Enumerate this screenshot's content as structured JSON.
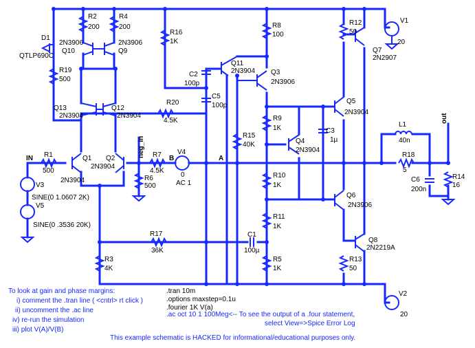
{
  "components": {
    "r2": {
      "ref": "R2",
      "val": "200"
    },
    "r4": {
      "ref": "R4",
      "val": "200"
    },
    "q10": {
      "model": "2N3906",
      "ref": "Q10"
    },
    "q9": {
      "model": "2N3906",
      "ref": "Q9"
    },
    "d1": {
      "ref": "D1",
      "model": "QTLP690C"
    },
    "r19": {
      "ref": "R19",
      "val": "500"
    },
    "r16": {
      "ref": "R16",
      "val": "1K"
    },
    "r8": {
      "ref": "R8",
      "val": "100"
    },
    "r12": {
      "ref": "R12",
      "val": "50"
    },
    "v1": {
      "ref": "V1",
      "val": "20"
    },
    "q7": {
      "ref": "Q7",
      "model": "2N2907"
    },
    "q11": {
      "ref": "Q11",
      "model": "2N3904"
    },
    "q3": {
      "ref": "Q3",
      "model": "2N3906"
    },
    "c2": {
      "ref": "C2",
      "val": "100p"
    },
    "c5": {
      "ref": "C5",
      "val": "100p"
    },
    "q13": {
      "ref": "Q13",
      "model": "2N3904"
    },
    "q12": {
      "ref": "Q12",
      "model": "2N3904"
    },
    "r20": {
      "ref": "R20",
      "val": "4.5K"
    },
    "r9": {
      "ref": "R9",
      "val": "1K"
    },
    "q5": {
      "ref": "Q5",
      "model": "2N3904"
    },
    "out": "out",
    "r15": {
      "ref": "R15",
      "val": "40K"
    },
    "q4": {
      "ref": "Q4",
      "model": "2N3904"
    },
    "c3": {
      "ref": "C3",
      "val": "1µ"
    },
    "l1": {
      "ref": "L1",
      "val": "40n"
    },
    "neg_in": "neg_in",
    "in": "IN",
    "r1": {
      "ref": "R1",
      "val": "500"
    },
    "q1": {
      "ref": "Q1",
      "model": "2N3904"
    },
    "q2": {
      "ref": "Q2",
      "model": "2N3904"
    },
    "b": "B",
    "r7": {
      "ref": "R7",
      "val": "4.5K"
    },
    "v4": {
      "ref": "V4",
      "val": "0",
      "ac": "AC 1"
    },
    "a": "A",
    "r18": {
      "ref": "R18",
      "val": "5"
    },
    "r14": {
      "ref": "R14",
      "val": "16"
    },
    "c6": {
      "ref": "C6",
      "val": "200n"
    },
    "r6": {
      "ref": "R6",
      "val": "500"
    },
    "r10": {
      "ref": "R10",
      "val": "1K"
    },
    "q6": {
      "ref": "Q6",
      "model": "2N3906"
    },
    "v3": {
      "ref": "V3",
      "src": "SINE(0 1.0607 2K)"
    },
    "v5": {
      "ref": "V5",
      "src": "SINE(0 .3536 20K)"
    },
    "r11": {
      "ref": "R11",
      "val": "1K"
    },
    "r17": {
      "ref": "R17",
      "val": "36K"
    },
    "c1": {
      "ref": "C1",
      "val": "100µ"
    },
    "q8": {
      "ref": "Q8",
      "model": "2N2219A"
    },
    "r3": {
      "ref": "R3",
      "val": "4K"
    },
    "r5": {
      "ref": "R5",
      "val": "1K"
    },
    "r13": {
      "ref": "R13",
      "val": "50"
    },
    "v2": {
      "ref": "V2",
      "val": "20"
    }
  },
  "notes": {
    "margins_title": "To look at gain and phase margins:",
    "step1": "i) comment the .tran line ( <cntrl> rt click   )",
    "step2": "ii) uncomment the .ac line",
    "step3": "iv) re-run the simulation",
    "step4": "iii) plot V(A)/V(B)"
  },
  "directives": {
    "tran": ".tran 10m",
    "options": ".options maxstep=0.1u",
    "fourier": ".fourier 1K V(a)",
    "ac": ".ac oct 10 1 100Meg<-- To see the output of a .four statement,",
    "ac2": "select View=>Spice Error Log"
  },
  "footer": "This example schematic is HACKED for informational/educational purposes only."
}
